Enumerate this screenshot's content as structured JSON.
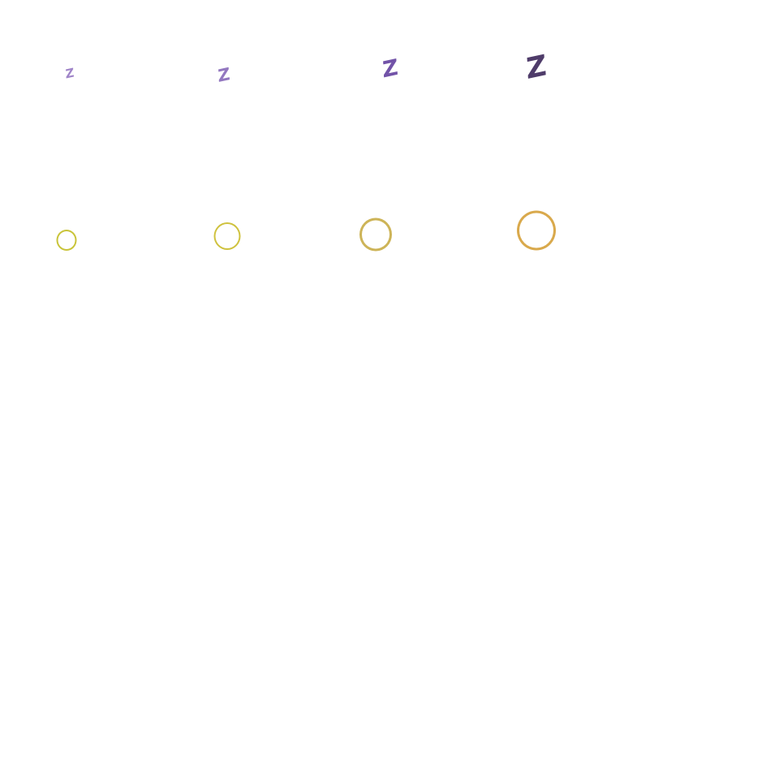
{
  "sprites": {
    "sleep_z": [
      {
        "label": "Z",
        "color": "#9f84c8"
      },
      {
        "label": "Z",
        "color": "#9378c0"
      },
      {
        "label": "Z",
        "color": "#7253a8"
      },
      {
        "label": "Z",
        "color": "#4f3c6a"
      }
    ],
    "rings": [
      {
        "color": "#c9c43a"
      },
      {
        "color": "#cfc23e"
      },
      {
        "color": "#cdb458"
      },
      {
        "color": "#d9a94c"
      }
    ]
  }
}
